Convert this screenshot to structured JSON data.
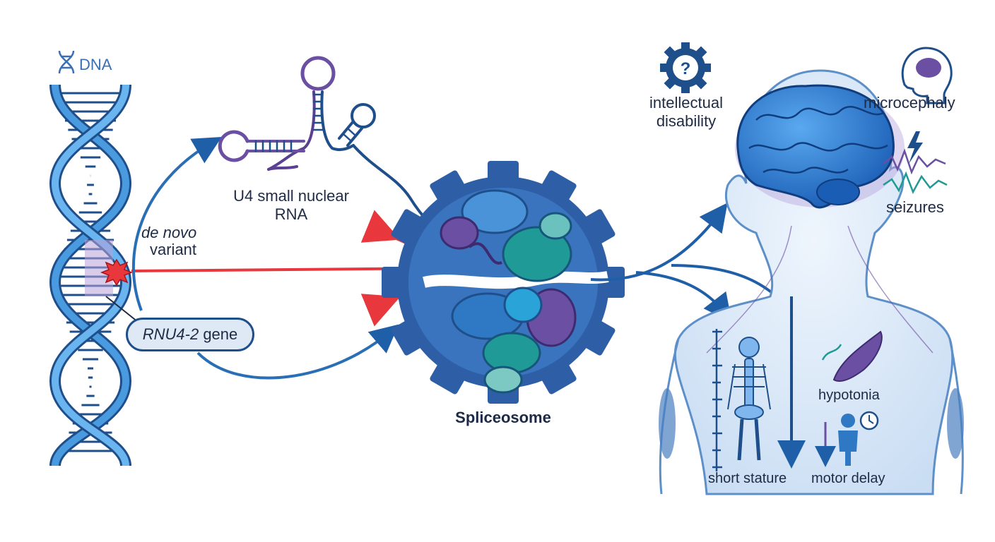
{
  "labels": {
    "dna": "DNA",
    "de_novo_line1": "de novo",
    "de_novo_line2": "variant",
    "gene_name": "RNU4-2",
    "gene_suffix": " gene",
    "u4_line1": "U4 small nuclear",
    "u4_line2": "RNA",
    "spliceosome": "Spliceosome",
    "intellectual_line1": "intellectual",
    "intellectual_line2": "disability",
    "microcephaly": "microcephaly",
    "seizures": "seizures",
    "hypotonia": "hypotonia",
    "short_stature": "short stature",
    "motor_delay": "motor delay",
    "question_glyph": "?"
  },
  "colors": {
    "dna_blue": "#2f78c4",
    "dna_dark": "#1f4f8a",
    "variant_red": "#e8383d",
    "arrow_blue": "#2a6fb5",
    "rna_purple": "#6a4fa3",
    "gear_blue": "#2e5fa6",
    "teal": "#1f9a96",
    "body_fill": "#d9e8f8",
    "brain_blue": "#1f6fc6"
  }
}
